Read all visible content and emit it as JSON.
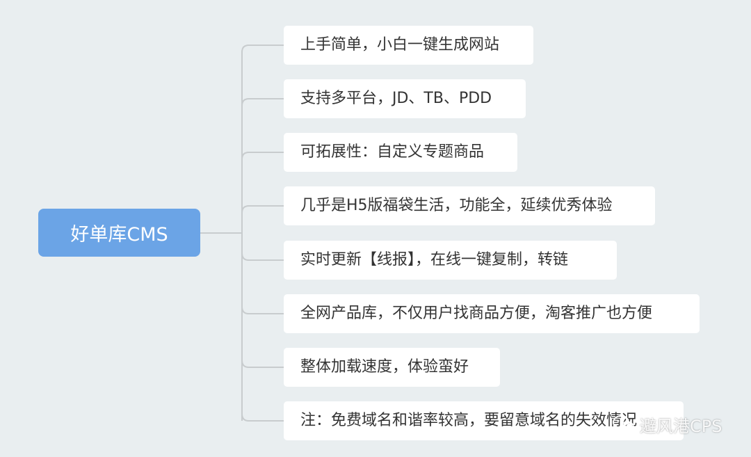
{
  "root": {
    "label": "好单库CMS"
  },
  "children": [
    {
      "label": "上手简单，小白一键生成网站"
    },
    {
      "label": "支持多平台，JD、TB、PDD"
    },
    {
      "label": "可拓展性：自定义专题商品"
    },
    {
      "label": "几乎是H5版福袋生活，功能全，延续优秀体验"
    },
    {
      "label": "实时更新【线报】，在线一键复制，转链"
    },
    {
      "label": "全网产品库，不仅用户找商品方便，淘客推广也方便"
    },
    {
      "label": "整体加载速度，体验蛮好"
    },
    {
      "label": "注：免费域名和谐率较高，要留意域名的失效情况"
    }
  ],
  "watermark": {
    "text": "避风港CPS",
    "icon": "wechat-icon"
  },
  "colors": {
    "background": "#e9eef0",
    "root": "#6ba4e6",
    "node": "#ffffff",
    "connector": "#c8ccce",
    "text": "#333333"
  }
}
